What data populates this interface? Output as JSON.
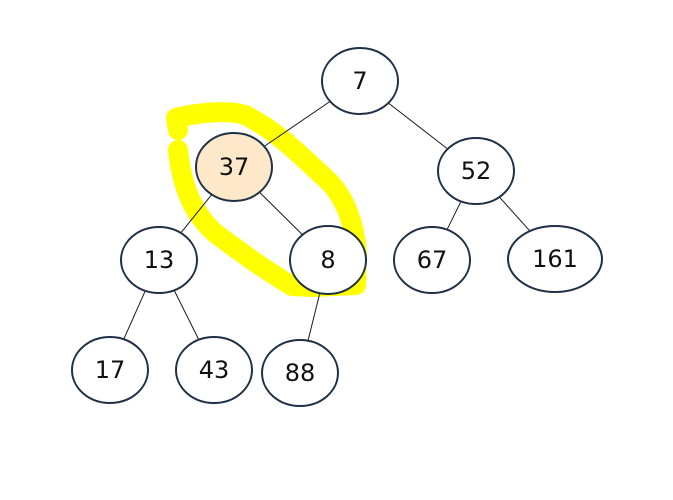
{
  "tree": {
    "nodes": [
      {
        "id": "n7",
        "label": "7"
      },
      {
        "id": "n37",
        "label": "37",
        "highlighted": true
      },
      {
        "id": "n52",
        "label": "52"
      },
      {
        "id": "n13",
        "label": "13"
      },
      {
        "id": "n8",
        "label": "8"
      },
      {
        "id": "n67",
        "label": "67"
      },
      {
        "id": "n161",
        "label": "161"
      },
      {
        "id": "n17",
        "label": "17"
      },
      {
        "id": "n43",
        "label": "43"
      },
      {
        "id": "n88",
        "label": "88"
      }
    ],
    "edges": [
      [
        "n7",
        "n37"
      ],
      [
        "n7",
        "n52"
      ],
      [
        "n37",
        "n13"
      ],
      [
        "n37",
        "n8"
      ],
      [
        "n52",
        "n67"
      ],
      [
        "n52",
        "n161"
      ],
      [
        "n13",
        "n17"
      ],
      [
        "n13",
        "n43"
      ],
      [
        "n8",
        "n88"
      ]
    ],
    "highlight_marker": {
      "around": [
        "n37",
        "n8"
      ]
    }
  },
  "colors": {
    "node_stroke": "#1f3145",
    "node_fill": "#ffffff",
    "highlight_fill": "#fde9c9",
    "marker": "#ffff00",
    "edge": "#1a1a1a"
  }
}
